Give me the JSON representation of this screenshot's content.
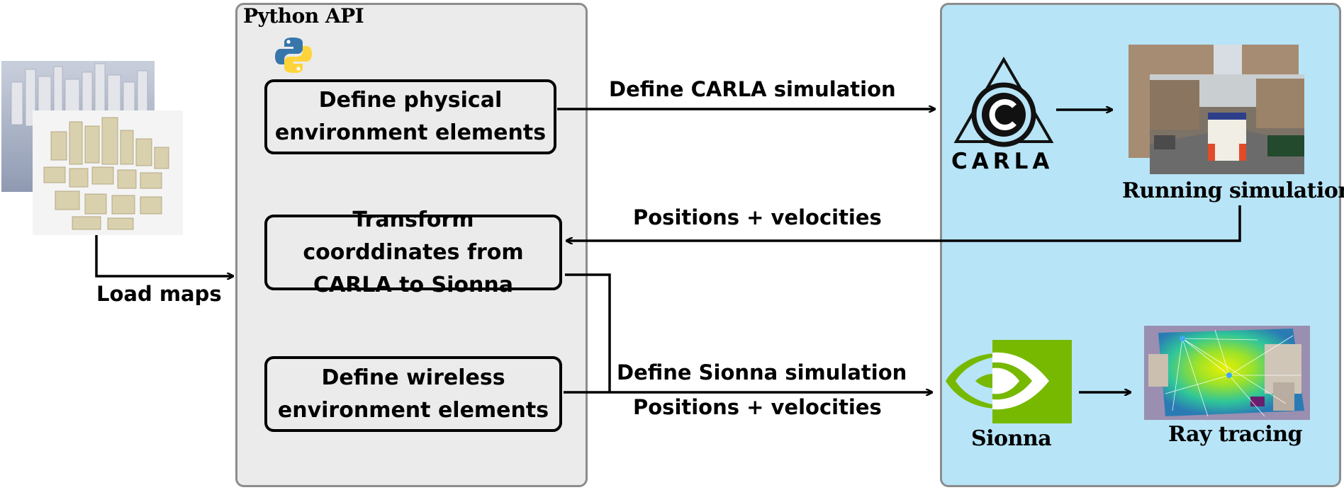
{
  "python_api": {
    "title": "Python API",
    "icon": "python-logo-icon",
    "boxes": {
      "physical": "Define physical environment elements",
      "transform": "Transform coorddinates from CARLA to Sionna",
      "wireless": "Define wireless environment elements"
    }
  },
  "left": {
    "icon": "city-3d-maps-image",
    "load_maps_label": "Load maps"
  },
  "arrows": {
    "define_carla": "Define CARLA simulation",
    "positions_velocities_top": "Positions + velocities",
    "define_sionna": "Define Sionna simulation",
    "positions_velocities_bottom": "Positions + velocities"
  },
  "simulators": {
    "carla": {
      "logo_text": "CARLA",
      "icon": "carla-logo-icon",
      "screenshot_icon": "driving-simulation-screenshot",
      "caption": "Running simulation"
    },
    "sionna": {
      "logo_text": "Sionna",
      "icon": "nvidia-eye-logo-icon",
      "screenshot_icon": "ray-tracing-heatmap-image",
      "caption": "Ray tracing"
    }
  },
  "colors": {
    "api_panel": "#ebebeb",
    "sim_panel": "#b7e4f7",
    "nvidia_green": "#76b900",
    "python_blue": "#3776ab",
    "python_yellow": "#ffd43b"
  }
}
